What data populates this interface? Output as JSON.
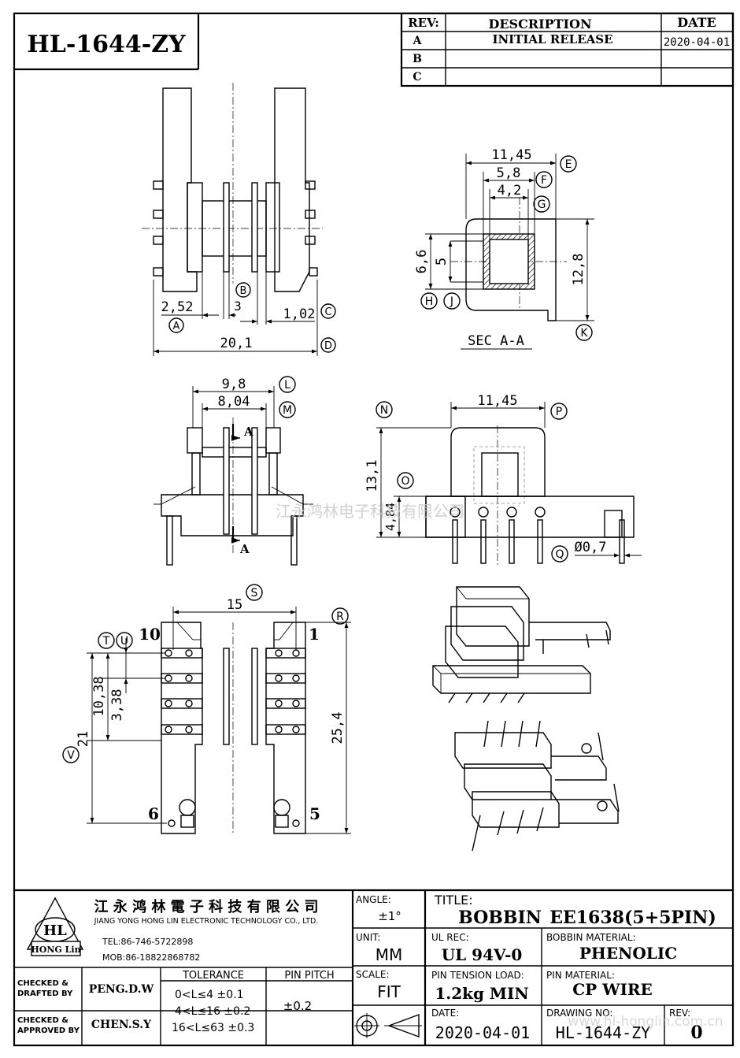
{
  "part_number": "HL-1644-ZY",
  "revision_table": {
    "headers": {
      "rev": "REV:",
      "description": "DESCRIPTION",
      "date": "DATE"
    },
    "rows": [
      {
        "rev": "A",
        "description": "INITIAL  RELEASE",
        "date": "2020-04-01"
      },
      {
        "rev": "B",
        "description": "",
        "date": ""
      },
      {
        "rev": "C",
        "description": "",
        "date": ""
      }
    ]
  },
  "side_view": {
    "dims": {
      "d1": "2,52",
      "d2": "3",
      "d3": "1,02",
      "d4": "20,1"
    },
    "callouts": {
      "A": "A",
      "B": "B",
      "C": "C",
      "D": "D"
    }
  },
  "section_view": {
    "dims": {
      "d1": "11,45",
      "d2": "5,8",
      "d3": "4,2",
      "d4": "6,6",
      "d5": "5",
      "d6": "12,8"
    },
    "callouts": {
      "E": "E",
      "F": "F",
      "G": "G",
      "H": "H",
      "J": "J",
      "K": "K"
    },
    "label": "SEC  A-A"
  },
  "end_view": {
    "dims": {
      "d1": "9,8",
      "d2": "8,04"
    },
    "callouts": {
      "L": "L",
      "M": "M"
    },
    "section_marks": {
      "top": "A",
      "bottom": "A"
    }
  },
  "front_view": {
    "dims": {
      "d1": "11,45",
      "d2": "13,1",
      "d3": "4,84",
      "d4": "Ø0,7"
    },
    "callouts": {
      "N": "N",
      "O": "O",
      "P": "P",
      "Q": "Q"
    }
  },
  "bottom_view": {
    "dims": {
      "d1": "15",
      "d2": "10,38",
      "d3": "3,38",
      "d4": "21",
      "d5": "25,4"
    },
    "callouts": {
      "R": "R",
      "S": "S",
      "T": "T",
      "U": "U",
      "V": "V"
    },
    "pin_numbers": {
      "p10": "10",
      "p1": "1",
      "p6": "6",
      "p5": "5"
    }
  },
  "watermark": "江永鸿林电子科技有限公司",
  "title_block": {
    "company_cn": "江 永 鸿 林 電 子 科 技 有 限 公 司",
    "company_en": "JIANG YONG HONG LIN ELECTRONIC TECHNOLOGY CO., LTD.",
    "logo_text": "HL",
    "logo_sub": "HONG Lin",
    "tel": "TEL:86-746-5722898",
    "mob": "MOB:86-18822868782",
    "angle_label": "ANGLE:",
    "angle_value": "±1°",
    "unit_label": "UNIT:",
    "unit_value": "MM",
    "scale_label": "SCALE:",
    "scale_value": "FIT",
    "title_label": "TITLE:",
    "title_value_1": "BOBBIN",
    "title_value_2": "EE1638(5+5PIN)",
    "ul_label": "UL REC:",
    "ul_value": "UL 94V-0",
    "bobbin_material_label": "BOBBIN MATERIAL:",
    "bobbin_material_value": "PHENOLIC",
    "pin_tension_label": "PIN TENSION LOAD:",
    "pin_tension_value": "1.2kg MIN",
    "pin_material_label": "PIN MATERIAL:",
    "pin_material_value": "CP WIRE",
    "date_label": "DATE:",
    "date_value": "2020-04-01",
    "drawing_no_label": "DRAWING NO:",
    "drawing_no_value": "HL-1644-ZY",
    "rev_label": "REV:",
    "rev_value": "0",
    "checked_drafted_label_1": "CHECKED &",
    "checked_drafted_label_2": "DRAFTED BY",
    "checked_drafted_value": "PENG.D.W",
    "checked_approved_label_1": "CHECKED &",
    "checked_approved_label_2": "APPROVED BY",
    "checked_approved_value": "CHEN.S.Y",
    "tolerance_label": "TOLERANCE",
    "tolerances": [
      "0<L≤4  ±0.1",
      "4<L≤16 ±0.2",
      "16<L≤63 ±0.3"
    ],
    "pin_pitch_label": "PIN PITCH",
    "pin_pitch_value": "±0.2",
    "url_watermark": "www.hl-honglin.com.cn"
  }
}
